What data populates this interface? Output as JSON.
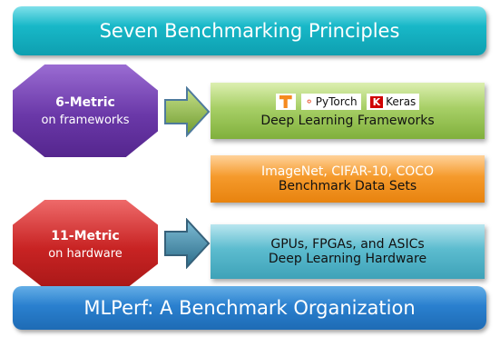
{
  "top_banner": {
    "title": "Seven Benchmarking Principles"
  },
  "bottom_banner": {
    "title": "MLPerf: A Benchmark Organization"
  },
  "metrics": [
    {
      "title": "6-Metric",
      "subtitle": "on frameworks"
    },
    {
      "title": "11-Metric",
      "subtitle": "on hardware"
    }
  ],
  "frameworks": {
    "logos": [
      {
        "icon": "tensorflow-icon",
        "text": ""
      },
      {
        "icon": "pytorch-icon",
        "text": "PyTorch"
      },
      {
        "icon": "keras-icon",
        "text": "Keras"
      }
    ],
    "label": "Deep Learning Frameworks"
  },
  "datasets": {
    "line1": "ImageNet, CIFAR-10, COCO",
    "line2": "Benchmark Data Sets"
  },
  "hardware": {
    "line1": "GPUs, FPGAs, and ASICs",
    "line2": "Deep Learning Hardware"
  },
  "colors": {
    "banner_top": "#18b8c8",
    "banner_bottom": "#2a80cf",
    "metric_frameworks": "#6a38a8",
    "metric_hardware": "#c82323",
    "slab_frameworks": "#a7cf66",
    "slab_datasets": "#f59a2c",
    "slab_hardware": "#5cbccf",
    "arrow": "#8cb44a"
  }
}
